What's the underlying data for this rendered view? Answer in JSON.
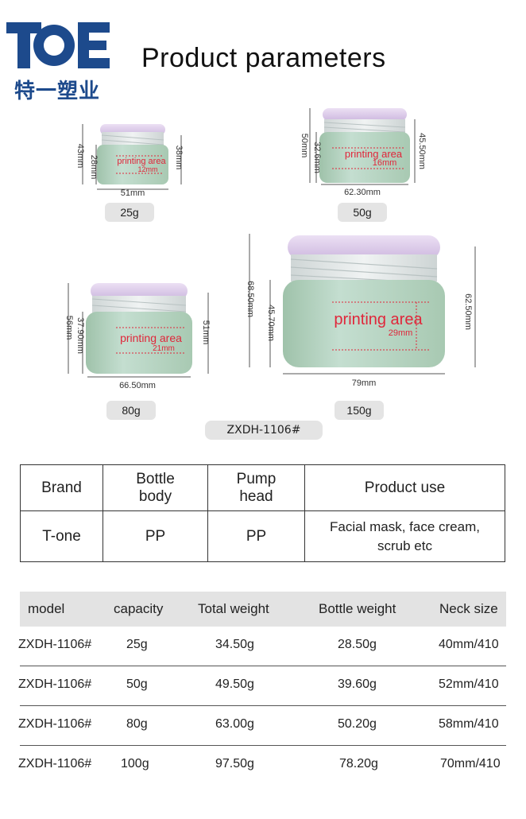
{
  "brand": {
    "logo_text": "TOE",
    "logo_cn": "特一塑业",
    "colors": {
      "logo_blue": "#1d4a8c",
      "jar_green": "#b9d6c2",
      "lid_lavender": "#d9c6e8",
      "printing_red": "#e0263a",
      "pill_gray": "#e4e4e4"
    }
  },
  "title": "Product parameters",
  "jars": [
    {
      "capacity": "25g",
      "width": "51mm",
      "total_height": "43mm",
      "body_height": "38mm",
      "inner_height": "28mm",
      "printing_label": "printing area",
      "printing_height": "12mm"
    },
    {
      "capacity": "50g",
      "width": "62.30mm",
      "total_height": "50mm",
      "body_height": "45.50mm",
      "inner_height": "32.6mm",
      "printing_label": "printing area",
      "printing_height": "16mm"
    },
    {
      "capacity": "80g",
      "width": "66.50mm",
      "total_height": "56mm",
      "body_height": "51mm",
      "inner_height": "37.90mm",
      "printing_label": "printing area",
      "printing_height": "21mm"
    },
    {
      "capacity": "150g",
      "width": "79mm",
      "total_height": "68.50mm",
      "body_height": "62.50mm",
      "inner_height": "45.70mm",
      "printing_label": "printing area",
      "printing_height": "29mm"
    }
  ],
  "model_code": "ZXDH-1106#",
  "spec_table": {
    "headers": [
      {
        "line1": "Brand",
        "line2": ""
      },
      {
        "line1": "Bottle",
        "line2": "body"
      },
      {
        "line1": "Pump",
        "line2": "head"
      },
      {
        "line1": "Product use",
        "line2": ""
      }
    ],
    "values": {
      "brand": "T-one",
      "bottle_body": "PP",
      "pump_head": "PP",
      "use_line1": "Facial mask, face cream,",
      "use_line2": "scrub  etc"
    }
  },
  "model_table": {
    "headers": [
      "model",
      "capacity",
      "Total weight",
      "Bottle weight",
      "Neck size"
    ],
    "rows": [
      [
        "ZXDH-1106#",
        "25g",
        "34.50g",
        "28.50g",
        "40mm/410"
      ],
      [
        "ZXDH-1106#",
        "50g",
        "49.50g",
        "39.60g",
        "52mm/410"
      ],
      [
        "ZXDH-1106#",
        "80g",
        "63.00g",
        "50.20g",
        "58mm/410"
      ],
      [
        "ZXDH-1106#",
        "100g",
        "97.50g",
        "78.20g",
        "70mm/410"
      ]
    ]
  }
}
